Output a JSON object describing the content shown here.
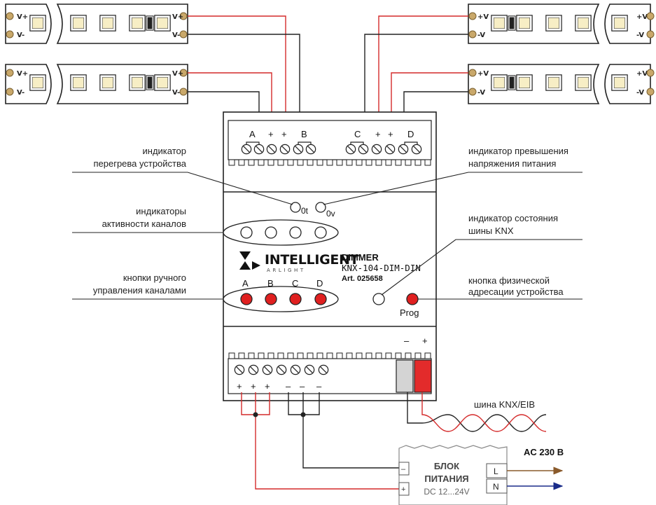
{
  "strips": {
    "left_pos": "V+",
    "left_neg": "V-",
    "right_pos": "+V",
    "right_neg": "-V"
  },
  "device": {
    "terminals_top": {
      "ch_a": "A",
      "ch_b": "B",
      "ch_c": "C",
      "ch_d": "D",
      "plus1": "+",
      "plus2": "+",
      "plus3": "+",
      "plus4": "+"
    },
    "indicator_ot": "0t",
    "indicator_ov": "0v",
    "brand": "INTELLIGENT",
    "brand_sub": "ARLIGHT",
    "product": "DIMMER",
    "model": "KNX-104-DIM-DIN",
    "article": "Art. 025658",
    "buttons": [
      "A",
      "B",
      "C",
      "D"
    ],
    "prog": "Prog",
    "bus_minus": "–",
    "bus_plus": "+",
    "bottom_signs": [
      "+",
      "+",
      "+",
      "–",
      "–",
      "–"
    ]
  },
  "labels": {
    "overheat": [
      "индикатор",
      "перегрева устройства"
    ],
    "channels_activity": [
      "индикаторы",
      "активности каналов"
    ],
    "manual_buttons": [
      "кнопки ручного",
      "управления каналами"
    ],
    "overvoltage": [
      "индикатор превышения",
      "напряжения питания"
    ],
    "knx_status": [
      "индикатор состояния",
      "шины KNX"
    ],
    "phys_address": [
      "кнопка физической",
      "адресации устройства"
    ],
    "knx_bus": "шина KNX/EIB"
  },
  "psu": {
    "title1": "БЛОК",
    "title2": "ПИТАНИЯ",
    "dc": "DC 12...24V",
    "minus": "–",
    "plus": "+",
    "l": "L",
    "n": "N",
    "ac": "AC 230 В"
  },
  "colors": {
    "wire_red": "#d42a2a",
    "wire_black": "#222222",
    "led_red": "#e02020",
    "term_red": "#e32b2b",
    "term_grey": "#d4d4d4",
    "arrow_brown": "#8a5a2b",
    "arrow_blue": "#1a2c8a"
  }
}
